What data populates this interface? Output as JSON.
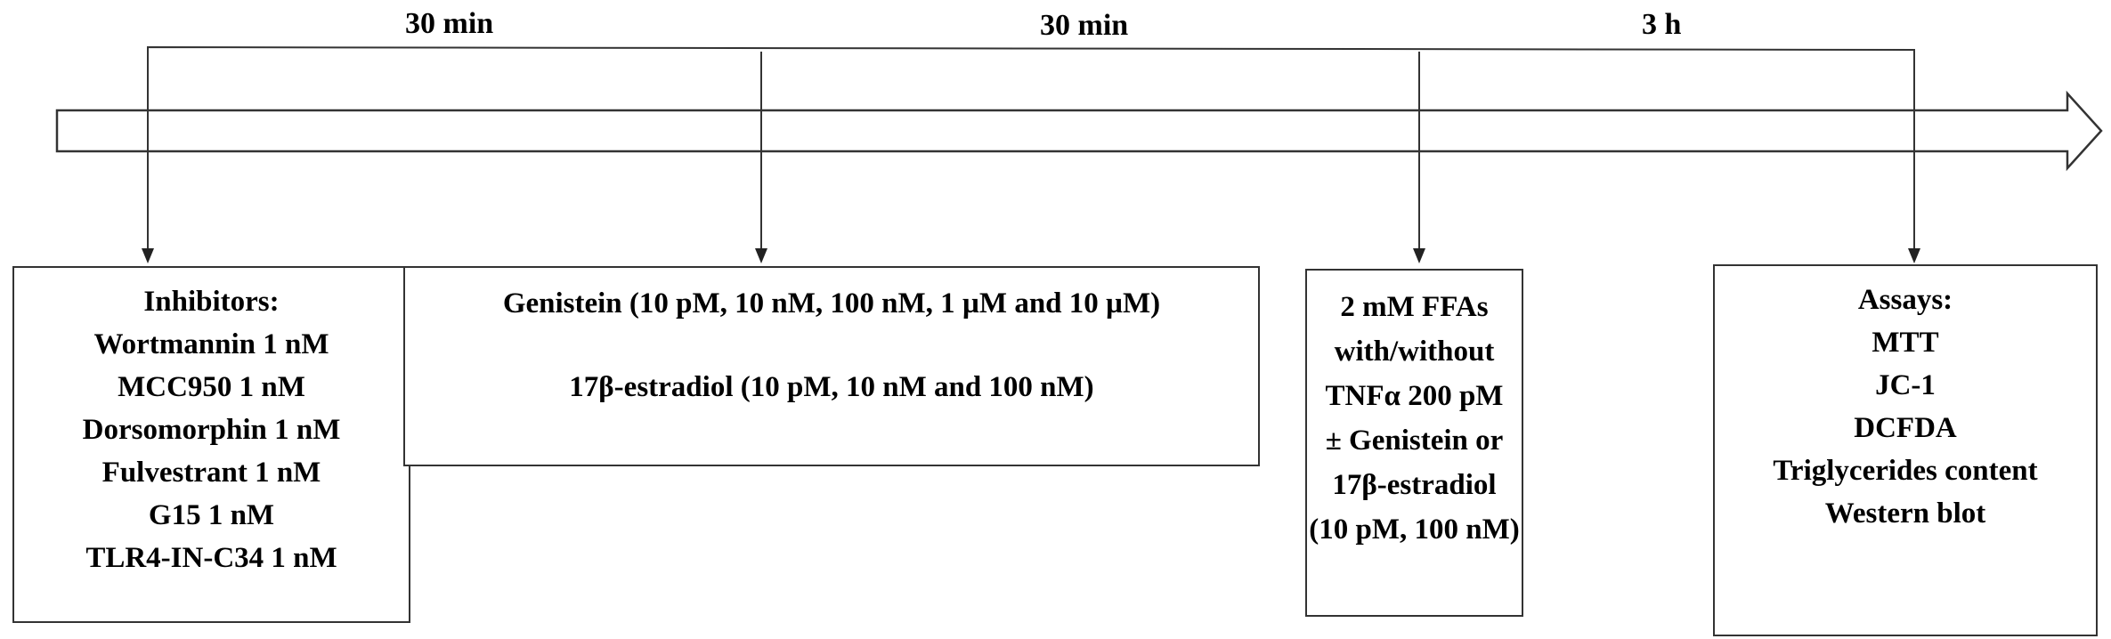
{
  "timeline": {
    "durations": [
      "30 min",
      "30 min",
      "3 h"
    ]
  },
  "boxes": {
    "inhibitors": {
      "lines": [
        "Inhibitors:",
        "Wortmannin 1 nM",
        "MCC950 1 nM",
        "Dorsomorphin 1 nM",
        "Fulvestrant 1 nM",
        "G15 1 nM",
        "TLR4-IN-C34 1 nM"
      ]
    },
    "treatment": {
      "lines": [
        "Genistein (10 pM, 10 nM, 100 nM, 1 µM and 10 µM)",
        "17β-estradiol (10 pM, 10 nM and 100 nM)"
      ]
    },
    "ffa": {
      "lines": [
        "2 mM FFAs",
        "with/without",
        "TNFα 200 pM",
        "± Genistein or",
        "17β-estradiol",
        "(10 pM, 100 nM)"
      ]
    },
    "assays": {
      "lines": [
        "Assays:",
        "MTT",
        "JC-1",
        "DCFDA",
        "Triglycerides content",
        "Western blot"
      ]
    }
  }
}
